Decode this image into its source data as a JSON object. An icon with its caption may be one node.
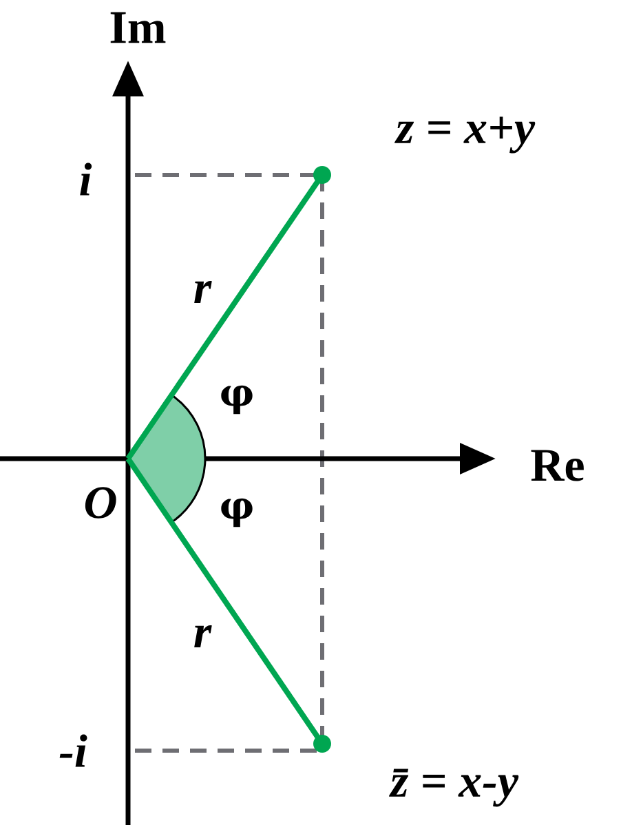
{
  "diagram": {
    "nodes": [
      {
        "text": [],
        "shape": "sector"
      },
      {
        "text": [],
        "shape": "circle",
        "beside": [
          "z = x+y"
        ]
      },
      {
        "text": [],
        "shape": "circle",
        "beside": [
          "z̄ = x-y"
        ]
      }
    ],
    "edges": [
      {
        "from": 0,
        "to": 1,
        "arrow": "none",
        "label": "r"
      },
      {
        "from": 0,
        "to": 2,
        "arrow": "none",
        "label": "r"
      }
    ],
    "labels": [
      "Im",
      "i",
      "φ",
      "Re",
      "O",
      "φ",
      "-i"
    ]
  }
}
